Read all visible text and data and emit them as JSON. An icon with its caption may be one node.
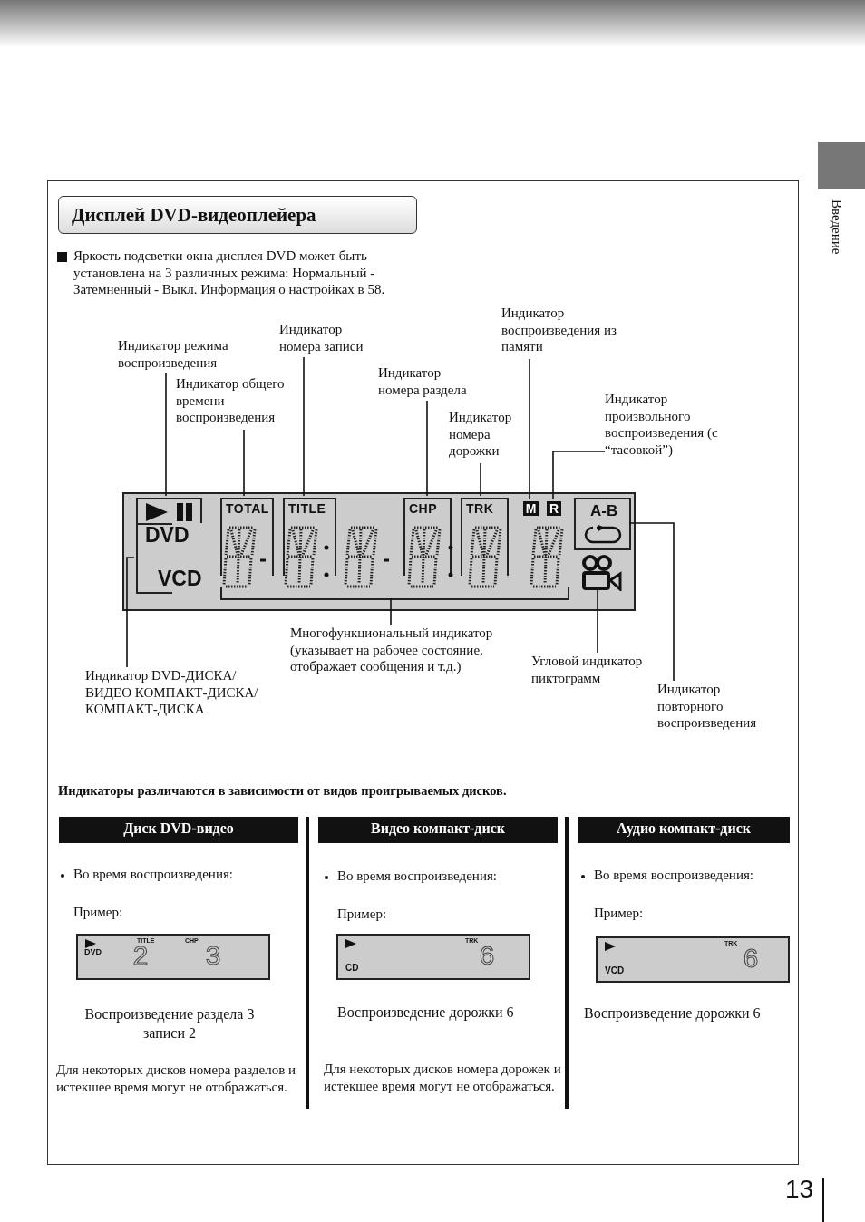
{
  "diagram": {
    "title": "Дисплей DVD-видеоплейера",
    "nodes": [
      {
        "text": [],
        "shape": "box"
      },
      {
        "text": [],
        "shape": "bracket",
        "in": 0
      },
      {
        "text": [
          "TOTAL"
        ],
        "in": 0
      },
      {
        "text": [
          "TITLE"
        ],
        "in": 0
      },
      {
        "text": [
          "CHP"
        ],
        "in": 0
      },
      {
        "text": [
          "TRK"
        ],
        "in": 0
      },
      {
        "text": [
          "M"
        ],
        "in": 0
      },
      {
        "text": [
          "R"
        ],
        "in": 0
      },
      {
        "text": [
          "A-B"
        ],
        "in": 0
      },
      {
        "text": [
          "DVD",
          "VCD"
        ],
        "in": 0
      },
      {
        "text": [],
        "shape": "bracket",
        "in": 0
      },
      {
        "text": [],
        "shape": "camera",
        "in": 0
      },
      {
        "text": [
          "Индикатор режима воспроизведения"
        ]
      },
      {
        "text": [
          "Индикатор общего времени воспроизведения"
        ]
      },
      {
        "text": [
          "Индикатор номера записи"
        ]
      },
      {
        "text": [
          "Индикатор номера раздела"
        ]
      },
      {
        "text": [
          "Индикатор номера дорожки"
        ]
      },
      {
        "text": [
          "Индикатор воспроизведения из памяти"
        ]
      },
      {
        "text": [
          "Индикатор произвольного воспроизведения (с “тасовкой”)"
        ]
      },
      {
        "text": [
          "Многофункциональный индикатор (указывает на рабочее состояние, отображает сообщения и т.д.)"
        ]
      },
      {
        "text": [
          "Угловой индикатор пиктограмм"
        ]
      },
      {
        "text": [
          "Индикатор DVD-ДИСКА/ ВИДЕО КОМПАКТ-ДИСКА/ КОМПАКТ-ДИСКА"
        ]
      },
      {
        "text": [
          "Индикатор повторного воспроизведения"
        ]
      },
      {
        "text": [
          "Диск DVD-видео"
        ]
      },
      {
        "text": [
          "Видео компакт-диск"
        ]
      },
      {
        "text": [
          "Аудио компакт-диск"
        ]
      },
      {
        "text": [
          "TITLE",
          "CHP",
          "DVD",
          "2",
          "3"
        ]
      },
      {
        "text": [
          "TRK",
          "CD",
          "6"
        ]
      },
      {
        "text": [
          "TRK",
          "VCD",
          "6"
        ]
      }
    ],
    "edges": [
      {
        "from": 12,
        "to": 1,
        "arrow": "none"
      },
      {
        "from": 13,
        "to": 2,
        "arrow": "none"
      },
      {
        "from": 14,
        "to": 3,
        "arrow": "none"
      },
      {
        "from": 15,
        "to": 4,
        "arrow": "none"
      },
      {
        "from": 16,
        "to": 5,
        "arrow": "none"
      },
      {
        "from": 17,
        "to": 6,
        "arrow": "none"
      },
      {
        "from": 18,
        "to": 7,
        "arrow": "none"
      },
      {
        "from": 19,
        "to": 10,
        "arrow": "none"
      },
      {
        "from": 20,
        "to": 11,
        "arrow": "none"
      },
      {
        "from": 21,
        "to": 9,
        "arrow": "none"
      },
      {
        "from": 22,
        "to": 8,
        "arrow": "none"
      }
    ],
    "labels": [
      "Яркость подсветки окна дисплея DVD может быть установлена на 3 различных режима: Нормальный - Затемненный - Выкл. Информация о настройках в 58.",
      "Индикаторы различаются в зависимости от видов проигрываемых дисков.",
      "Во время воспроизведения:",
      "Пример:",
      "Воспроизведение раздела 3 записи 2",
      "Для некоторых дисков номера разделов и истекшее время могут не отображаться.",
      "Во время воспроизведения:",
      "Пример:",
      "Воспроизведение дорожки 6",
      "Для некоторых дисков номера дорожек и истекшее время могут не отображаться.",
      "Во время воспроизведения:",
      "Пример:",
      "Воспроизведение дорожки 6",
      "Введение",
      "13"
    ]
  }
}
